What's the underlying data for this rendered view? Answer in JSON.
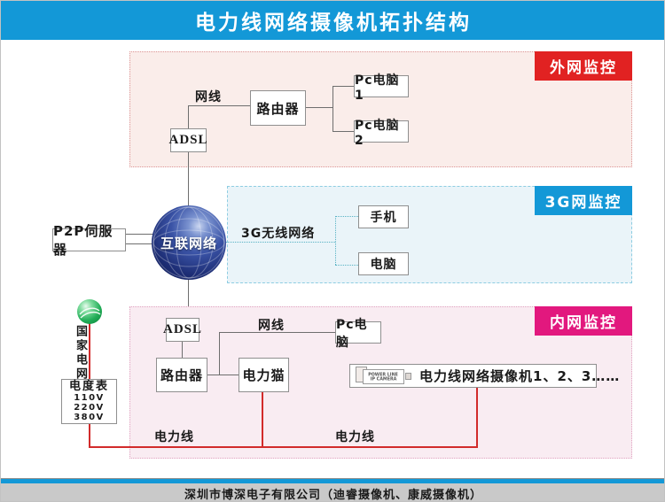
{
  "header": {
    "title": "电力线网络摄像机拓扑结构"
  },
  "sections": {
    "wan": {
      "label": "外网监控"
    },
    "g3": {
      "label": "3G网监控"
    },
    "lan": {
      "label": "内网监控"
    }
  },
  "labels": {
    "cable": "网线",
    "power_line": "电力线",
    "wireless_3g": "3G无线网络"
  },
  "nodes": {
    "adsl": "ADSL",
    "router": "路由器",
    "pc1": "Pc电脑1",
    "pc2": "Pc电脑2",
    "pc": "Pc电脑",
    "p2p_server": "P2P伺服器",
    "internet": "互联网络",
    "phone": "手机",
    "computer": "电脑",
    "plc_modem": "电力猫",
    "cameras": "电力线网络摄像机1、2、3……",
    "state_grid": "国家电网",
    "meter": {
      "title": "电度表",
      "v1": "110V",
      "v2": "220V",
      "v3": "380V"
    }
  },
  "camera_device": {
    "line1": "POWER LINE",
    "line2": "IP CAMERA"
  },
  "footer": {
    "company": "深圳市博深电子有限公司（迪睿摄像机、康威摄像机）"
  },
  "colors": {
    "header_blue": "#1398d7",
    "wan_red": "#e12222",
    "g3_blue": "#1398d7",
    "lan_magenta": "#e2187e",
    "power_line_red": "#d22b2b"
  }
}
